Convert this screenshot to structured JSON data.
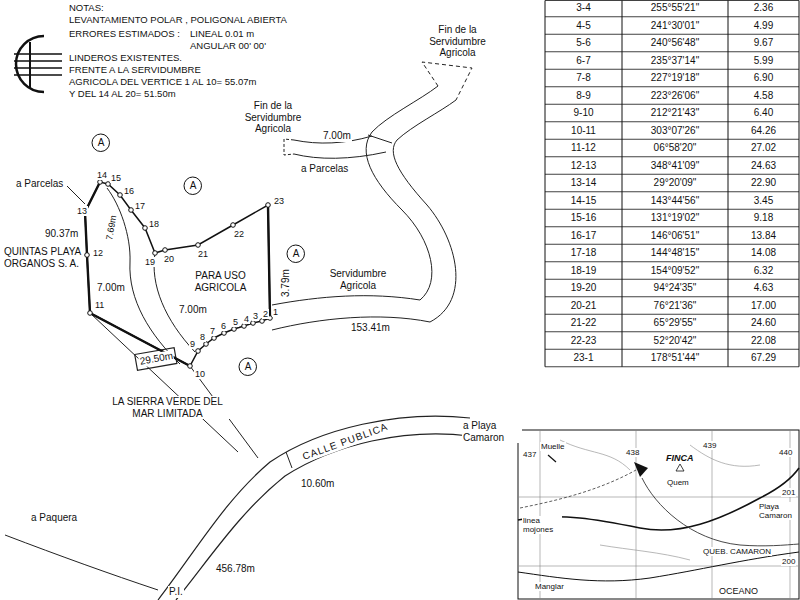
{
  "diagram": {
    "nodes": [
      {
        "text": [
          "A"
        ]
      },
      {
        "text": [
          "A"
        ]
      },
      {
        "text": [
          "A"
        ]
      },
      {
        "text": [
          "A"
        ]
      }
    ],
    "labels": [
      "NOTAS:",
      "LEVANTAMIENTO POLAR , POLIGONAL ABIERTA",
      "ERRORES ESTIMADOS :",
      "LINEAL 0.01 m",
      "ANGULAR 00' 00'",
      "LINDEROS EXISTENTES.",
      "FRENTE A LA SERVIDUMBRE",
      "AGRICOLA DEL VERTICE 1 AL 10= 55.07m",
      "Y DEL 14 AL 20= 51.50m",
      "Fin de la Servidumbre Agricola",
      "7.00m",
      "a Parcelas",
      "Fin de la Servidumbre Agricola",
      "a Parcelas",
      "QUINTAS PLAYA ORGANOS S. A.",
      "90.37m",
      "7.00m",
      "7.69m",
      "PARA USO AGRICOLA",
      "3.79m",
      "Servidumbre Agricola",
      "7.00m",
      "153.41m",
      "29.50m",
      "LA SIERRA VERDE DEL MAR LIMITADA",
      "CALLE PUBLICA",
      "a Playa Camaron",
      "10.60m",
      "a Paquera",
      "456.78m",
      "P.I.",
      "1",
      "2",
      "3",
      "4",
      "5",
      "6",
      "7",
      "8",
      "9",
      "10",
      "11",
      "12",
      "13",
      "14",
      "15",
      "16",
      "17",
      "18",
      "19",
      "20",
      "21",
      "22",
      "23",
      "Muelle",
      "FINCA",
      "437",
      "438",
      "439",
      "440",
      "201",
      "Quem",
      "Playa Camaron",
      "linea mojones",
      "QUEB. CAMARON",
      "200",
      "Manglar",
      "OCEANO",
      "3-4",
      "255°55'21\"",
      "2.36",
      "4-5",
      "241°30'01\"",
      "4.99",
      "5-6",
      "240°56'48\"",
      "9.67",
      "6-7",
      "235°37'14\"",
      "5.99",
      "7-8",
      "227°19'18\"",
      "6.90",
      "8-9",
      "223°26'06\"",
      "4.58",
      "9-10",
      "212°21'43\"",
      "6.40",
      "10-11",
      "303°07'26\"",
      "64.26",
      "11-12",
      "06°58'20\"",
      "27.02",
      "12-13",
      "348°41'09\"",
      "24.63",
      "13-14",
      "29°20'09\"",
      "22.90",
      "14-15",
      "143°44'56\"",
      "3.45",
      "15-16",
      "131°19'02\"",
      "9.18",
      "16-17",
      "146°06'51\"",
      "13.84",
      "17-18",
      "144°48'15\"",
      "14.08",
      "18-19",
      "154°09'52\"",
      "6.32",
      "19-20",
      "94°24'35\"",
      "4.63",
      "20-21",
      "76°21'36\"",
      "17.00",
      "21-22",
      "65°29'55\"",
      "24.60",
      "22-23",
      "52°20'42\"",
      "22.08",
      "23-1",
      "178°51'44\"",
      "67.29"
    ]
  }
}
